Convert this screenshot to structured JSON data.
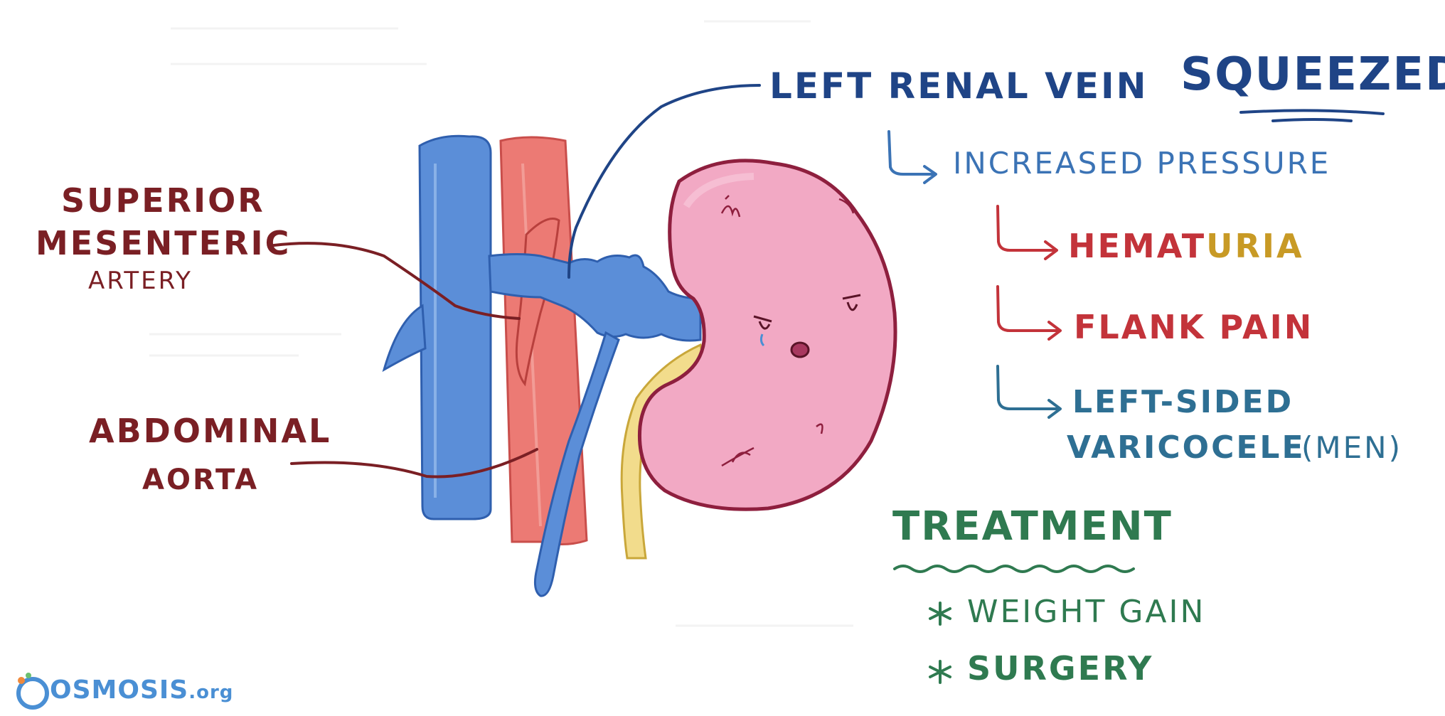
{
  "labels": {
    "sma_line1": "SUPERIOR",
    "sma_line2": "MESENTERIC",
    "sma_line3": "ARTERY",
    "aorta_line1": "ABDOMINAL",
    "aorta_line2": "AORTA",
    "renal_vein_prefix": "LEFT RENAL VEIN",
    "renal_vein_emph": "SQUEEZED"
  },
  "effects": {
    "pressure": "INCREASED PRESSURE",
    "hematuria_part1": "HEMAT",
    "hematuria_part2": "URIA",
    "flank_pain": "FLANK PAIN",
    "varicocele_line1": "LEFT-SIDED",
    "varicocele_line2": "VARICOCELE",
    "varicocele_note": "(MEN)"
  },
  "treatment": {
    "heading": "TREATMENT",
    "items": [
      "WEIGHT GAIN",
      "SURGERY"
    ]
  },
  "brand": {
    "logo_main": "OSMOSIS",
    "logo_suffix": ".org"
  },
  "colors": {
    "vein_blue": "#5b8ed8",
    "artery_red": "#ec7a74",
    "kidney_pink": "#f2a9c4",
    "kidney_outline": "#8e1f3e",
    "ureter_yellow": "#f2dc8c",
    "label_maroon": "#7a1f24",
    "heading_navy": "#1f4486",
    "symptom_red": "#c3333a",
    "treatment_green": "#2f7a50"
  }
}
